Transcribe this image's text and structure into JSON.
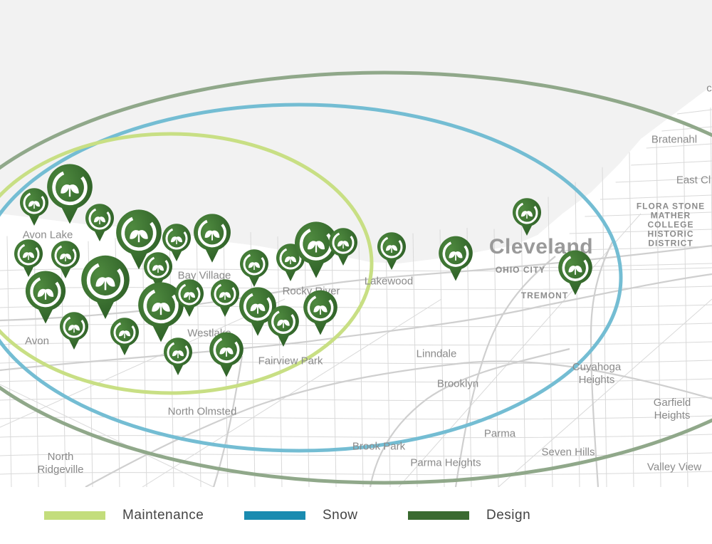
{
  "map": {
    "places": [
      {
        "id": "bratenahl",
        "label": "Bratenahl"
      },
      {
        "id": "east-cleveland",
        "label": "East Cl"
      },
      {
        "id": "flora-stone",
        "label": "FLORA STONE\nMATHER\nCOLLEGE\nHISTORIC\nDISTRICT"
      },
      {
        "id": "cleveland",
        "label": "Cleveland"
      },
      {
        "id": "ohio-city",
        "label": "OHIO CITY"
      },
      {
        "id": "tremont",
        "label": "TREMONT"
      },
      {
        "id": "avon-lake",
        "label": "Avon Lake"
      },
      {
        "id": "bay-village",
        "label": "Bay Village"
      },
      {
        "id": "rocky-river",
        "label": "Rocky River"
      },
      {
        "id": "lakewood",
        "label": "Lakewood"
      },
      {
        "id": "avon",
        "label": "Avon"
      },
      {
        "id": "westlake",
        "label": "Westlake"
      },
      {
        "id": "fairview-park",
        "label": "Fairview Park"
      },
      {
        "id": "linndale",
        "label": "Linndale"
      },
      {
        "id": "brooklyn",
        "label": "Brooklyn"
      },
      {
        "id": "cuyahoga-heights",
        "label": "Cuyahoga\nHeights"
      },
      {
        "id": "garfield-heights",
        "label": "Garfield\nHeights"
      },
      {
        "id": "north-olmsted",
        "label": "North Olmsted"
      },
      {
        "id": "parma",
        "label": "Parma"
      },
      {
        "id": "brook-park",
        "label": "Brook Park"
      },
      {
        "id": "seven-hills",
        "label": "Seven Hills"
      },
      {
        "id": "north-ridgeville",
        "label": "North\nRidgeville"
      },
      {
        "id": "parma-heights",
        "label": "Parma Heights"
      },
      {
        "id": "valley-view",
        "label": "Valley View"
      },
      {
        "id": "edge-c",
        "label": "c"
      }
    ],
    "pin_icon": "leaf-logo-pin",
    "pin_color": "#2f6128",
    "lake_color": "#f2f2f2"
  },
  "legend": [
    {
      "label": "Maintenance",
      "color": "#c3dd7c"
    },
    {
      "label": "Snow",
      "color": "#72b9cf"
    },
    {
      "label": "Design",
      "color": "#3a6a30"
    }
  ],
  "rings": {
    "maintenance_color": "#c8df84",
    "snow_color": "#74bdd3",
    "design_color": "#90a88a"
  }
}
